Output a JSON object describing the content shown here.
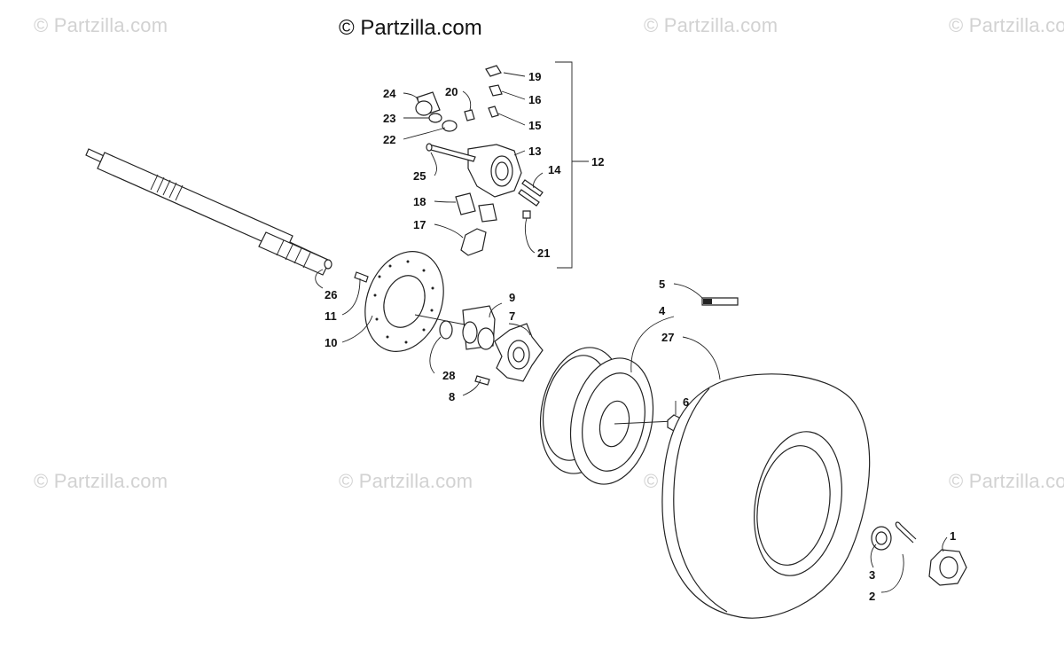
{
  "watermark": {
    "main": "© Partzilla.com",
    "faded": "© Partzilla.com"
  },
  "labels": {
    "p1": "1",
    "p2": "2",
    "p3": "3",
    "p4": "4",
    "p5": "5",
    "p6": "6",
    "p7": "7",
    "p8": "8",
    "p9": "9",
    "p10": "10",
    "p11": "11",
    "p12": "12",
    "p13": "13",
    "p14": "14",
    "p15": "15",
    "p16": "16",
    "p17": "17",
    "p18": "18",
    "p19": "19",
    "p20": "20",
    "p21": "21",
    "p22": "22",
    "p23": "23",
    "p24": "24",
    "p25": "25",
    "p26": "26",
    "p27": "27",
    "p28": "28"
  }
}
